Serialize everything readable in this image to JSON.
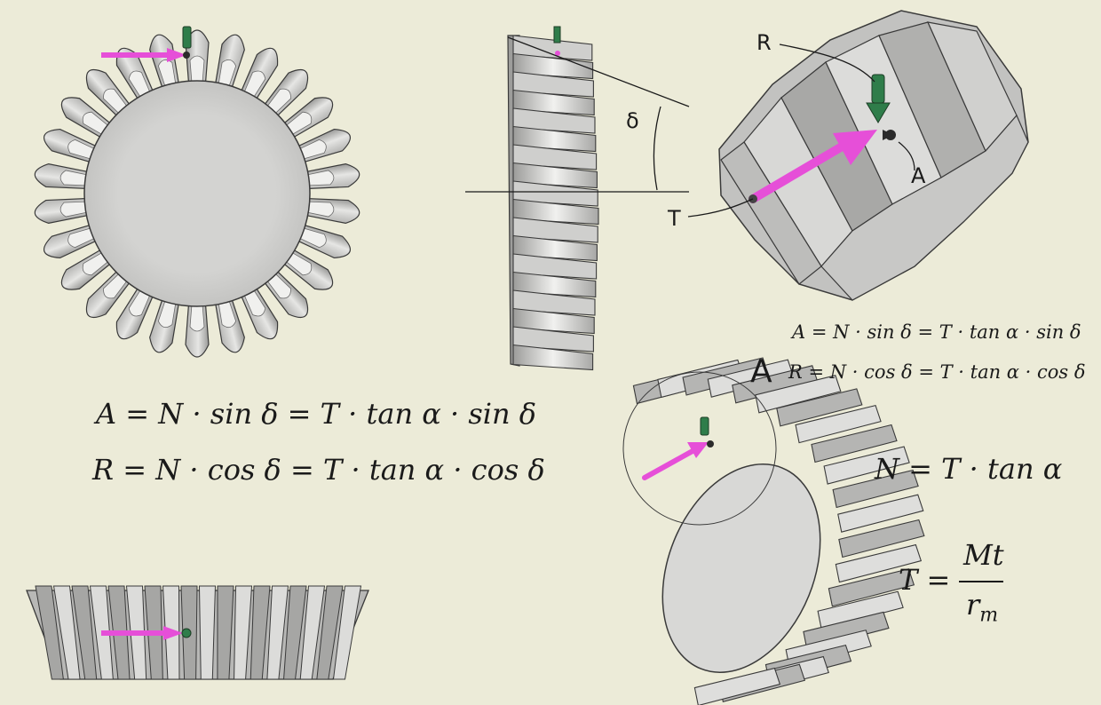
{
  "labels": {
    "delta": "δ",
    "R": "R",
    "A_small": "A",
    "T": "T",
    "A_big": "A"
  },
  "equations": {
    "axial_main": "A = N · sin δ = T · tan α · sin δ",
    "radial_main": "R = N · cos δ = T · tan α · cos δ",
    "axial_small": "A = N · sin δ = T · tan α · sin δ",
    "radial_small": "R = N · cos δ = T · tan α · cos δ",
    "normal": "N = T · tan α",
    "tangential_lhs": "T =",
    "tangential_num": "Mt",
    "tangential_den": "r",
    "tangential_den_sub": "m"
  },
  "colors": {
    "background": "#ecebd8",
    "tooth_face": "#d9d9d7",
    "tooth_edge": "#3a3a3a",
    "disk": "#d0d0ce",
    "arrow_tangential": "#e64fd8",
    "arrow_radial": "#2f7d4a",
    "arrow_axial": "#2b2b2b"
  },
  "icons": [
    "front-gear-icon",
    "side-gear-icon",
    "zoom-gear-icon",
    "iso-gear-icon",
    "bottom-gear-icon"
  ]
}
